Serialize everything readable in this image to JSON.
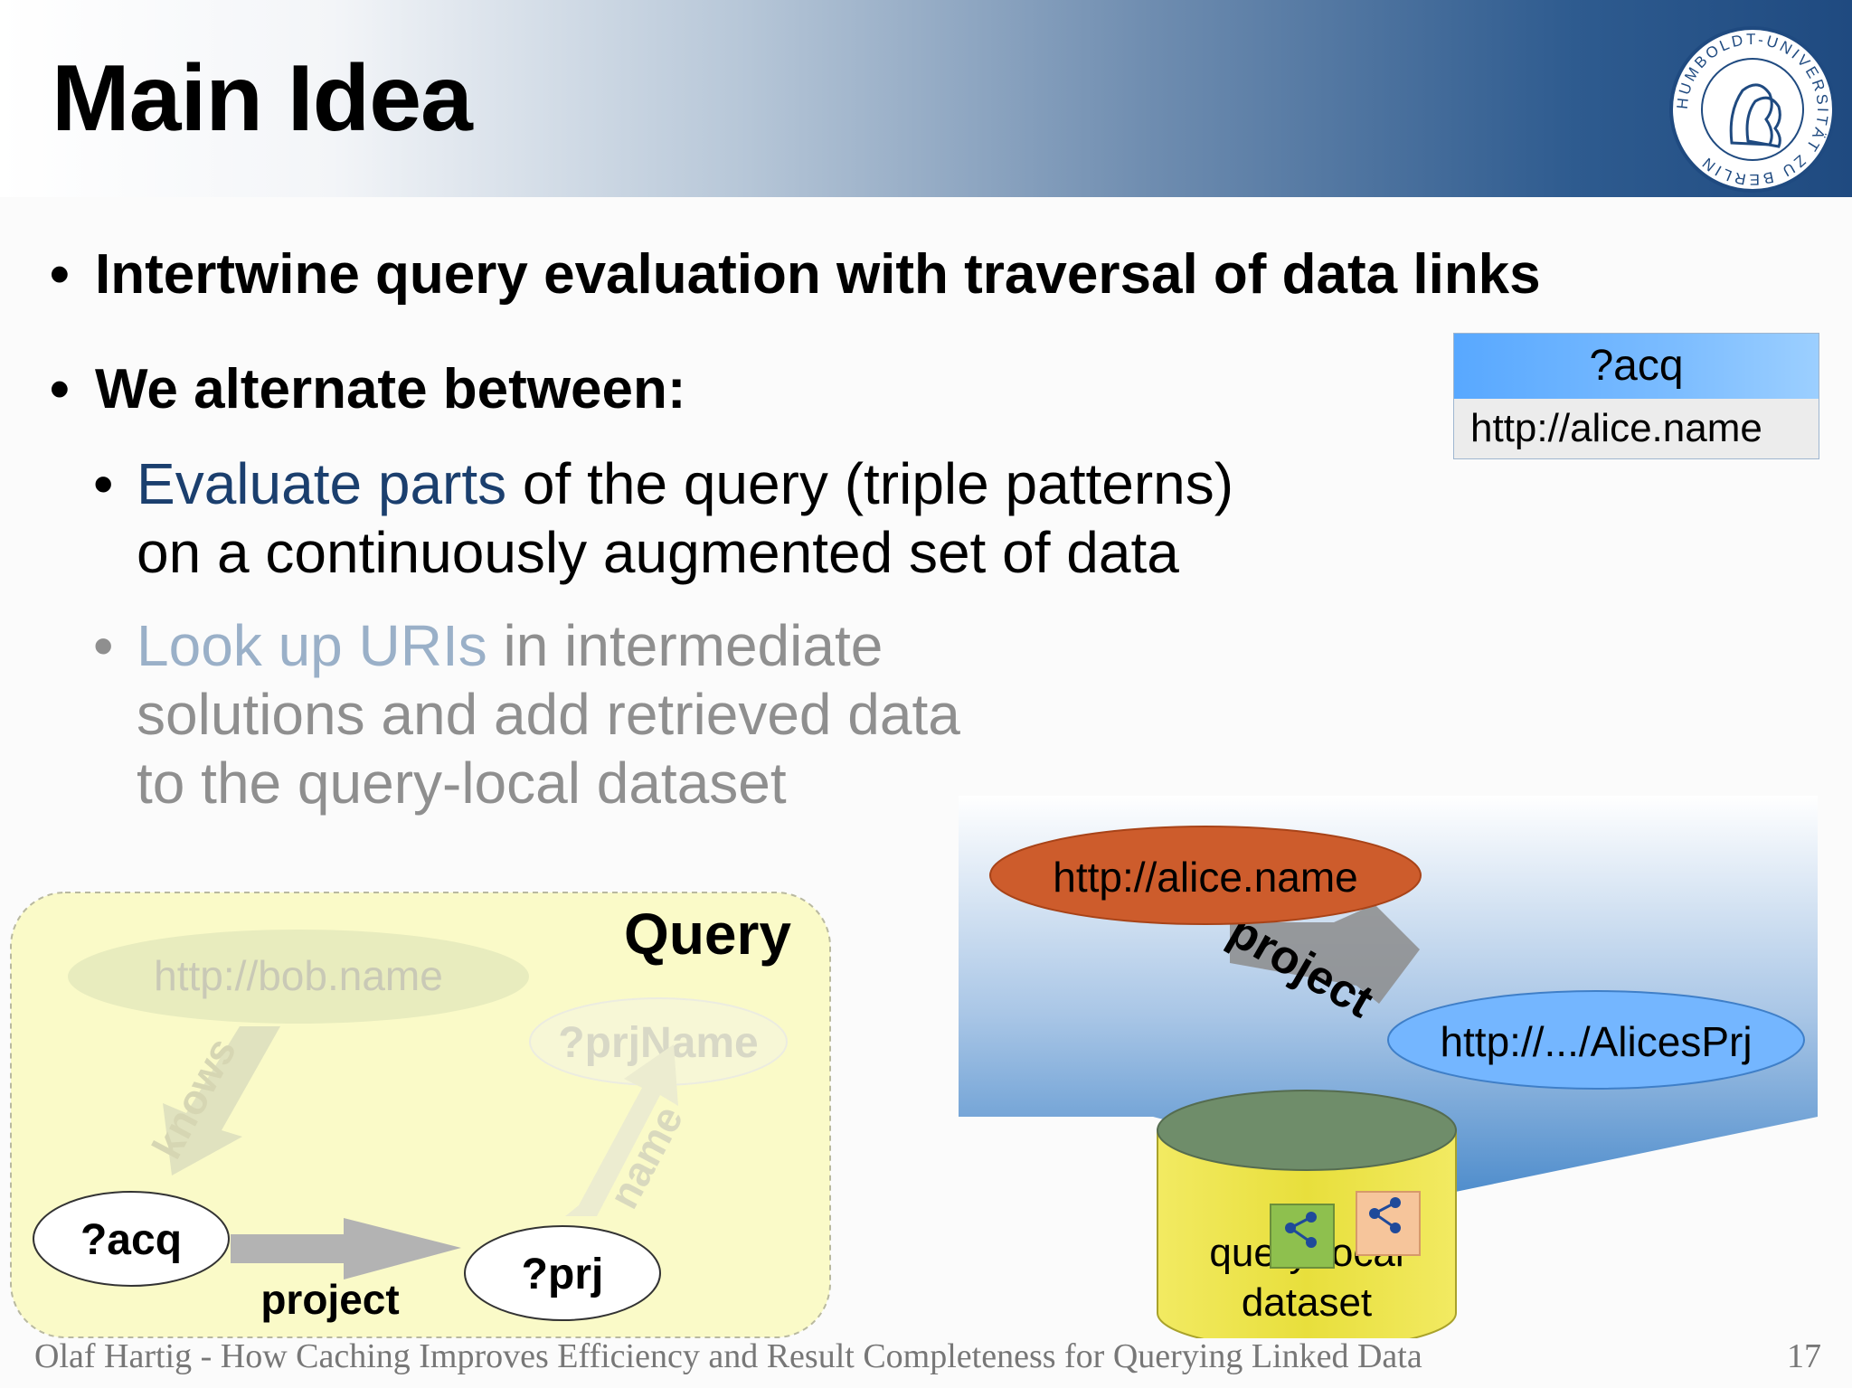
{
  "slide": {
    "title": "Main Idea",
    "bullets": {
      "b1": "Intertwine query evaluation with traversal of data links",
      "b2": "We alternate between:"
    },
    "sub1": {
      "highlight": "Evaluate parts",
      "rest_line1": " of the query (triple patterns)",
      "line2": "on a continuously augmented set of data"
    },
    "sub2": {
      "highlight": "Look up URIs",
      "rest_line1": " in intermediate",
      "line2": "solutions and add retrieved data",
      "line3": "to the query-local dataset"
    }
  },
  "result_table": {
    "header": "?acq",
    "value": "http://alice.name"
  },
  "query_diagram": {
    "title": "Query",
    "nodes": {
      "bob": "http://bob.name",
      "prjName": "?prjName",
      "acq": "?acq",
      "prj": "?prj"
    },
    "edges": {
      "knows": "knows",
      "project": "project",
      "name": "name"
    }
  },
  "data_diagram": {
    "nodes": {
      "alice": "http://alice.name",
      "alicesprj": "http://.../AlicesPrj"
    },
    "edge": "project",
    "cylinder_line1": "query-local",
    "cylinder_line2": "dataset"
  },
  "footer": {
    "text": "Olaf Hartig - How Caching Improves Efficiency and Result Completeness for Querying Linked Data",
    "page": "17"
  },
  "logo": {
    "text": "HUMBOLDT-UNIVERSITÄT ZU BERLIN"
  },
  "colors": {
    "header_dark": "#1f4a80",
    "highlight": "#1b3f6e",
    "alice_node": "#cd5c2c",
    "alicesprj_node": "#74b6ff",
    "query_box": "#fafac8",
    "cylinder": "#e8e04a"
  }
}
